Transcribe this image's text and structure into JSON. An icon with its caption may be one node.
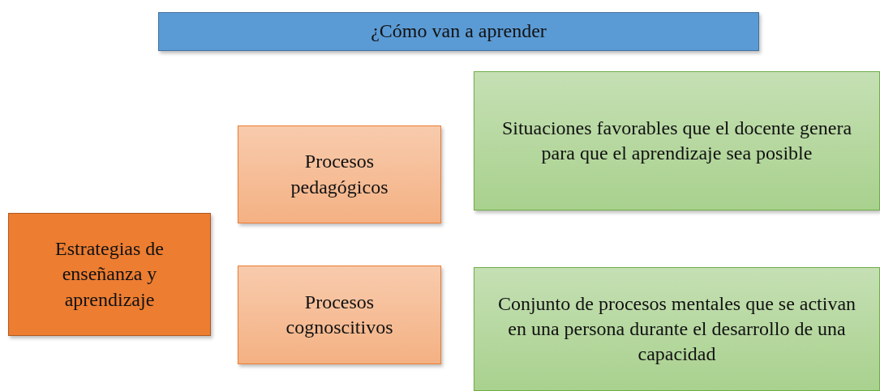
{
  "diagram": {
    "nodes": [
      {
        "text": [
          "¿Cómo van a aprender"
        ]
      },
      {
        "text": [
          "Estrategias de enseñanza y aprendizaje"
        ]
      },
      {
        "text": [
          "Procesos pedagógicos"
        ]
      },
      {
        "text": [
          "Situaciones favorables que el docente genera para que el aprendizaje sea posible"
        ]
      },
      {
        "text": [
          "Procesos cognoscitivos"
        ]
      },
      {
        "text": [
          "Conjunto de procesos mentales que se activan en una persona durante el desarrollo de una capacidad"
        ]
      }
    ]
  }
}
